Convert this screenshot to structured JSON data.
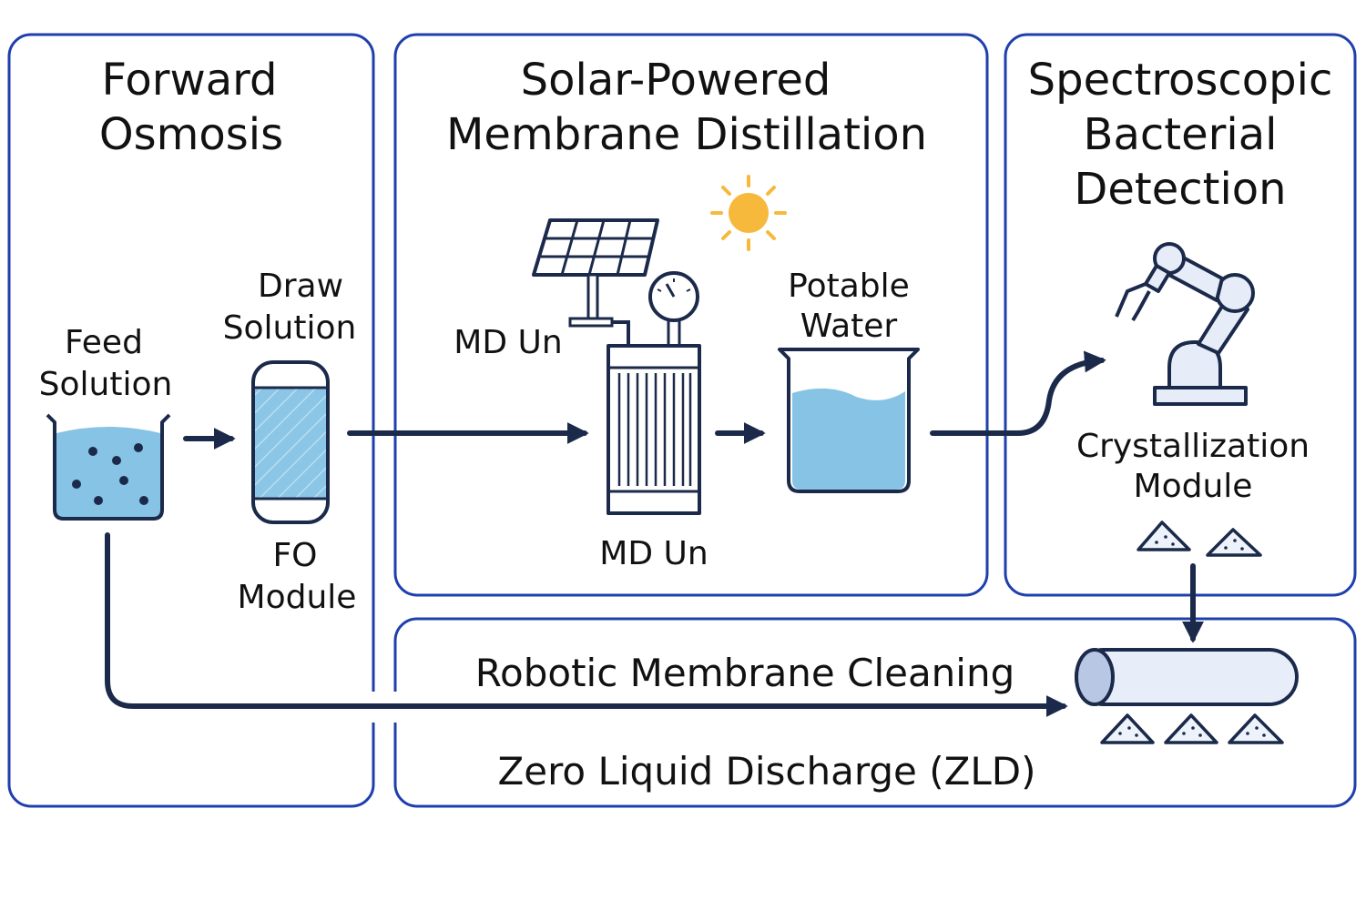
{
  "colors": {
    "panel_border": "#1f3fae",
    "pipe": "#1b2a4a",
    "water": "#86c3e4",
    "sun": "#f6b93b",
    "text": "#111111"
  },
  "panels": {
    "forward_osmosis": {
      "title_line1": "Forward",
      "title_line2": "Osmosis"
    },
    "membrane_distillation": {
      "title_line1": "Solar-Powered",
      "title_line2": "Membrane Distillation"
    },
    "bacterial_detection": {
      "title_line1": "Spectroscopic",
      "title_line2": "Bacterial",
      "title_line3": "Detection"
    },
    "zld": {
      "cleaning_label": "Robotic Membrane Cleaning",
      "zld_label": "Zero Liquid Discharge (ZLD)"
    }
  },
  "labels": {
    "feed_solution_line1": "Feed",
    "feed_solution_line2": "Solution",
    "draw_solution_line1": "Draw",
    "draw_solution_line2": "Solution",
    "fo_module_line1": "FO",
    "fo_module_line2": "Module",
    "md_unit_top": "MD Un",
    "md_unit_bottom": "MD Un",
    "potable_water_line1": "Potable",
    "potable_water_line2": "Water",
    "crystallization_line1": "Crystallization",
    "crystallization_line2": "Module"
  },
  "icons": [
    "beaker-icon",
    "fo-module-icon",
    "solar-panel-icon",
    "sun-icon",
    "pressure-gauge-icon",
    "md-unit-icon",
    "water-beaker-icon",
    "robotic-arm-icon",
    "salt-crystal-icon",
    "pipe-cylinder-icon"
  ]
}
